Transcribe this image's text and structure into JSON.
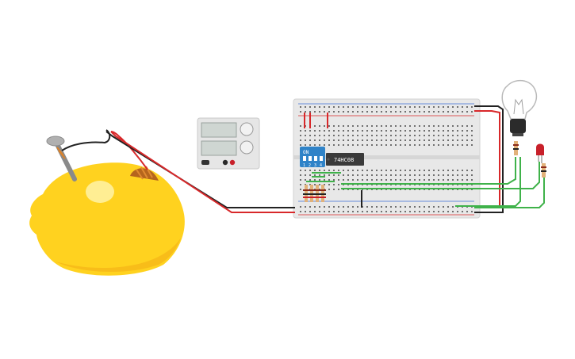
{
  "components": {
    "lemon_battery": {
      "icon": "lemon-icon"
    },
    "power_supply": {
      "icon": "power-supply-icon"
    },
    "breadboard": {
      "icon": "breadboard-icon"
    },
    "dip_switch": {
      "label": "ON",
      "positions": [
        "1",
        "2",
        "3",
        "4"
      ]
    },
    "logic_chip": {
      "label": "74HC08"
    },
    "light_bulb": {
      "icon": "light-bulb-icon"
    },
    "led": {
      "icon": "led-icon",
      "color": "#c8202a"
    }
  },
  "colors": {
    "wire_red": "#d8282a",
    "wire_black": "#222222",
    "wire_green": "#3fb24a",
    "lemon": "#ffd21f",
    "breadboard": "#e8e8e8",
    "dip_switch": "#2f83c8",
    "chip": "#3a3a3a"
  }
}
